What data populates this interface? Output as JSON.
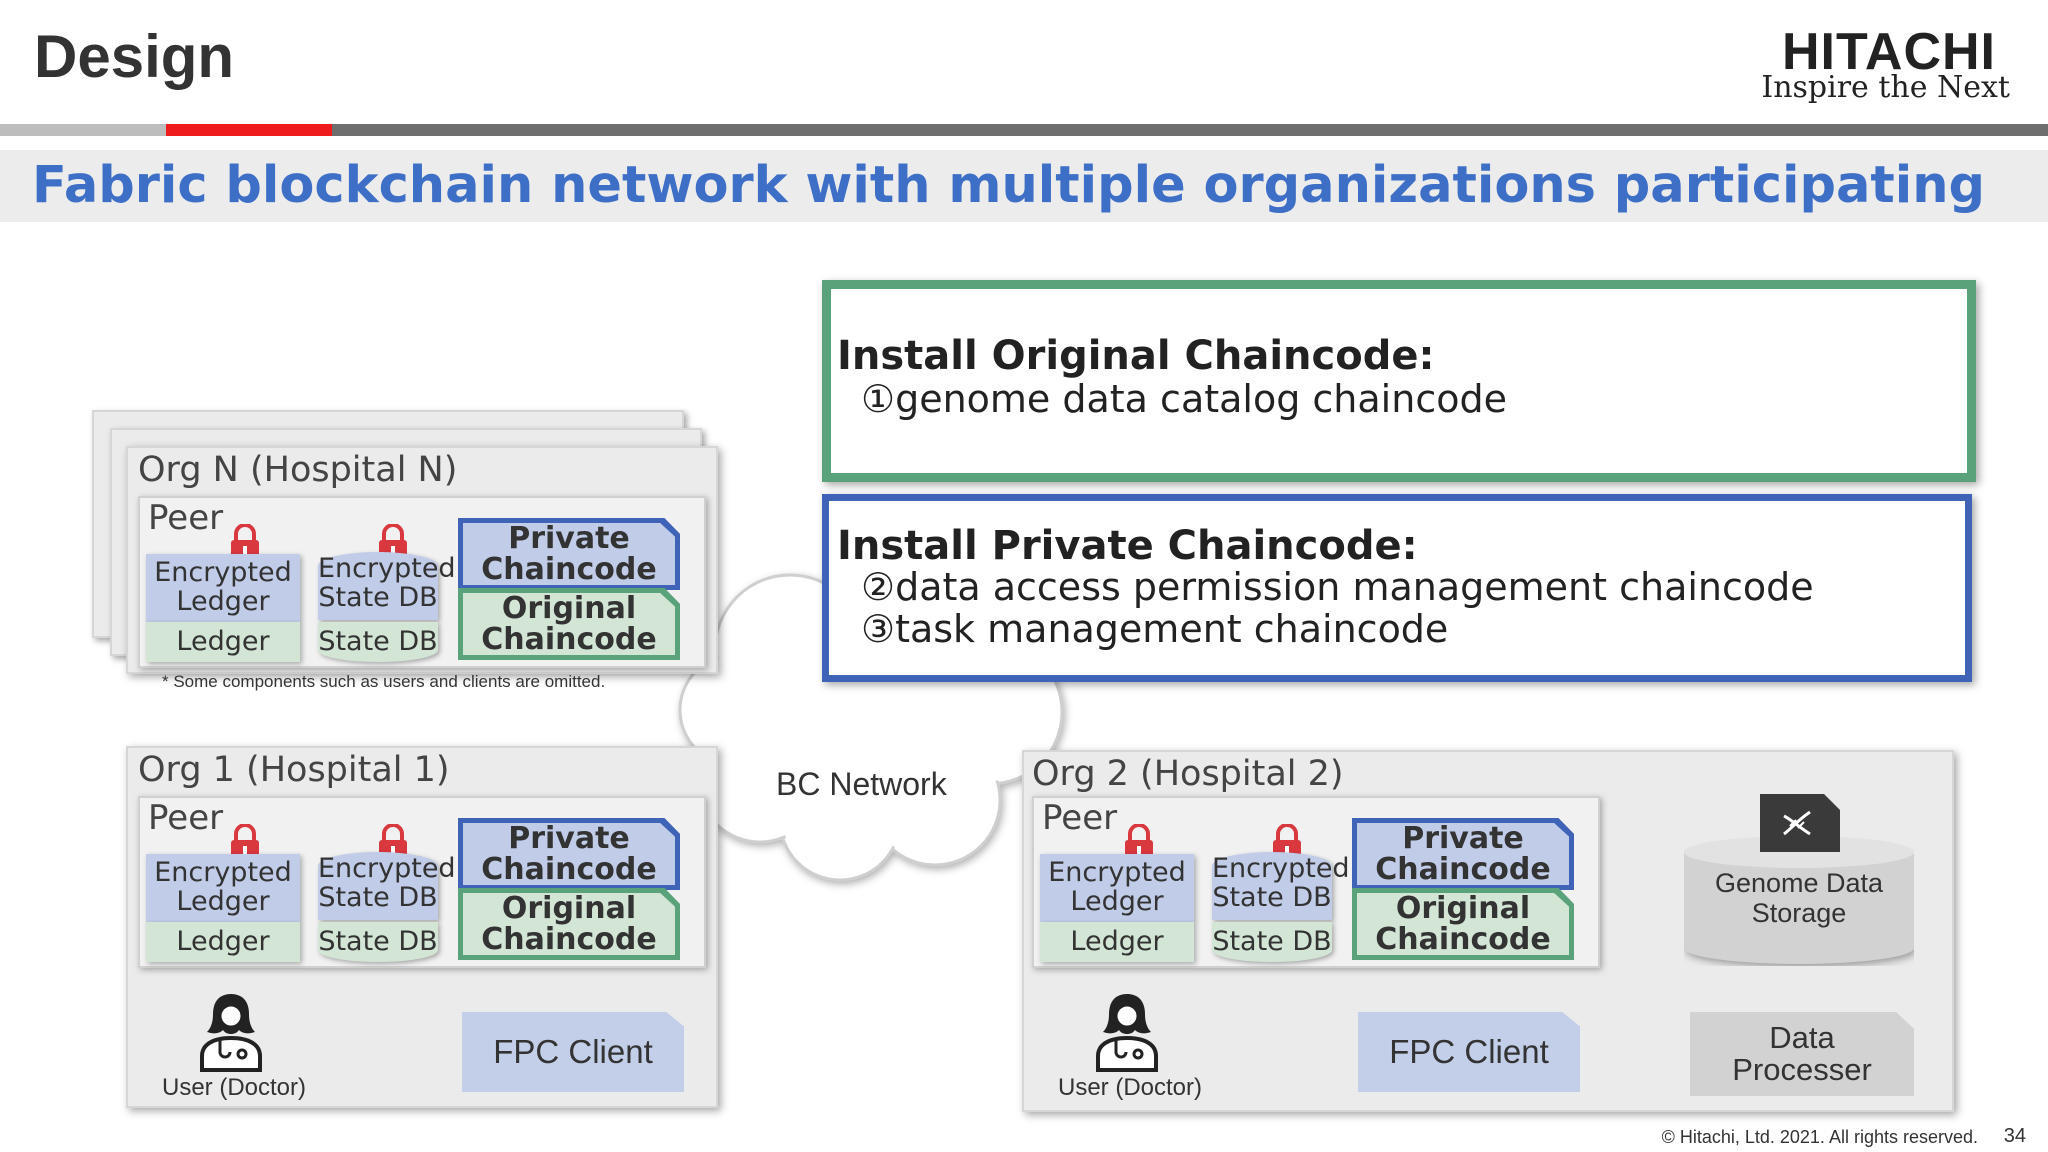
{
  "header": {
    "title": "Design",
    "logo_name": "HITACHI",
    "logo_tagline": "Inspire the Next"
  },
  "subtitle": "Fabric blockchain network with multiple organizations participating",
  "footer": {
    "copyright": "© Hitachi, Ltd. 2021. All rights reserved.",
    "page_number": "34"
  },
  "footnote": "* Some components such as users and clients are omitted.",
  "network_label": "BC Network",
  "callouts": {
    "original": {
      "heading": "Install Original Chaincode:",
      "lines": [
        "①genome data catalog chaincode"
      ]
    },
    "private": {
      "heading": "Install Private Chaincode:",
      "lines": [
        "②data access permission management chaincode",
        "③task management chaincode"
      ]
    }
  },
  "components": {
    "peer": "Peer",
    "encrypted_ledger": "Encrypted\nLedger",
    "ledger": "Ledger",
    "encrypted_state_db": "Encrypted\nState DB",
    "state_db": "State DB",
    "private_chaincode": "Private\nChaincode",
    "original_chaincode": "Original\nChaincode",
    "fpc_client": "FPC Client",
    "user": "User (Doctor)",
    "genome_storage": "Genome Data\nStorage",
    "data_processer": "Data\nProcesser"
  },
  "orgs": {
    "org_n": "Org N (Hospital N)",
    "org_1": "Org 1 (Hospital 1)",
    "org_2": "Org 2 (Hospital 2)"
  },
  "icons": {
    "lock": "lock-icon",
    "doctor": "doctor-icon",
    "dna_chip": "dna-chip-icon"
  },
  "colors": {
    "accent_blue": "#3e6fc7",
    "private_border": "#3f63b6",
    "original_border": "#5aa37a",
    "lock_red": "#d9383f",
    "hitachi_red": "#ee1c1c"
  }
}
